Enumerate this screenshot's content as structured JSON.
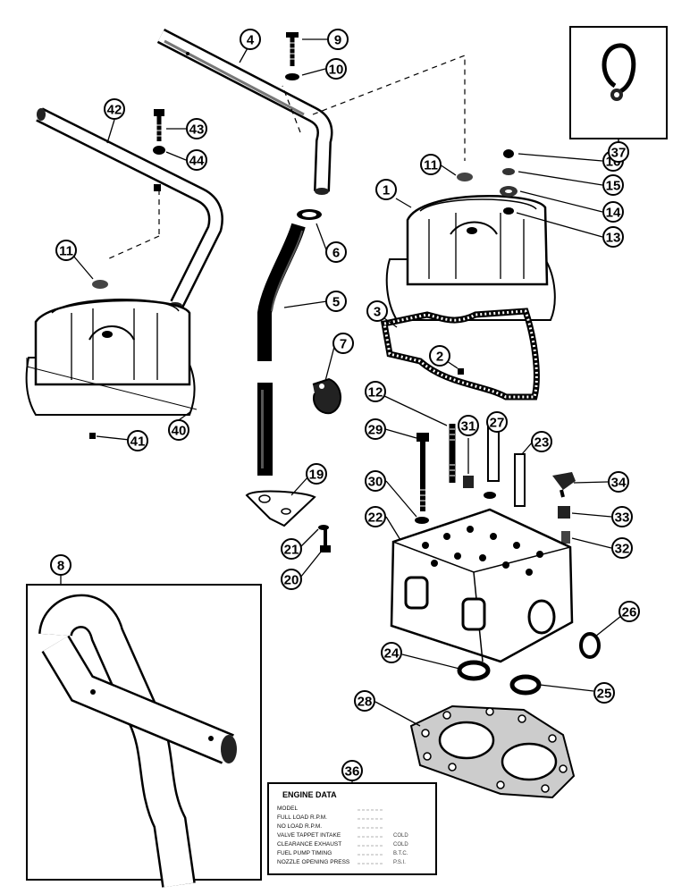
{
  "callouts": [
    {
      "id": "c1",
      "label": "1"
    },
    {
      "id": "c2",
      "label": "2"
    },
    {
      "id": "c3",
      "label": "3"
    },
    {
      "id": "c4",
      "label": "4"
    },
    {
      "id": "c5",
      "label": "5"
    },
    {
      "id": "c6",
      "label": "6"
    },
    {
      "id": "c7",
      "label": "7"
    },
    {
      "id": "c8",
      "label": "8"
    },
    {
      "id": "c9",
      "label": "9"
    },
    {
      "id": "c10",
      "label": "10"
    },
    {
      "id": "c11a",
      "label": "11"
    },
    {
      "id": "c11b",
      "label": "11"
    },
    {
      "id": "c12",
      "label": "12"
    },
    {
      "id": "c13",
      "label": "13"
    },
    {
      "id": "c14",
      "label": "14"
    },
    {
      "id": "c15",
      "label": "15"
    },
    {
      "id": "c16",
      "label": "16"
    },
    {
      "id": "c19",
      "label": "19"
    },
    {
      "id": "c20",
      "label": "20"
    },
    {
      "id": "c21",
      "label": "21"
    },
    {
      "id": "c22",
      "label": "22"
    },
    {
      "id": "c23",
      "label": "23"
    },
    {
      "id": "c24",
      "label": "24"
    },
    {
      "id": "c25",
      "label": "25"
    },
    {
      "id": "c26",
      "label": "26"
    },
    {
      "id": "c27",
      "label": "27"
    },
    {
      "id": "c28",
      "label": "28"
    },
    {
      "id": "c29",
      "label": "29"
    },
    {
      "id": "c30",
      "label": "30"
    },
    {
      "id": "c31",
      "label": "31"
    },
    {
      "id": "c32",
      "label": "32"
    },
    {
      "id": "c33",
      "label": "33"
    },
    {
      "id": "c34",
      "label": "34"
    },
    {
      "id": "c36",
      "label": "36"
    },
    {
      "id": "c37",
      "label": "37"
    },
    {
      "id": "c40",
      "label": "40"
    },
    {
      "id": "c41",
      "label": "41"
    },
    {
      "id": "c42",
      "label": "42"
    },
    {
      "id": "c43",
      "label": "43"
    },
    {
      "id": "c44",
      "label": "44"
    }
  ],
  "engine_data": {
    "title": "ENGINE DATA",
    "lines": [
      {
        "label": "MODEL",
        "value": ""
      },
      {
        "label": "FULL LOAD R.P.M.",
        "value": ""
      },
      {
        "label": "NO LOAD R.P.M.",
        "value": ""
      },
      {
        "label": "VALVE TAPPET  INTAKE",
        "value": "COLD"
      },
      {
        "label": "CLEARANCE  EXHAUST",
        "value": "COLD"
      },
      {
        "label": "FUEL PUMP TIMING",
        "value": "B.T.C."
      },
      {
        "label": "NOZZLE OPENING PRESS",
        "value": "P.S.I."
      }
    ]
  },
  "colors": {
    "ink": "#000000",
    "paper": "#ffffff",
    "shade": "#555555"
  }
}
